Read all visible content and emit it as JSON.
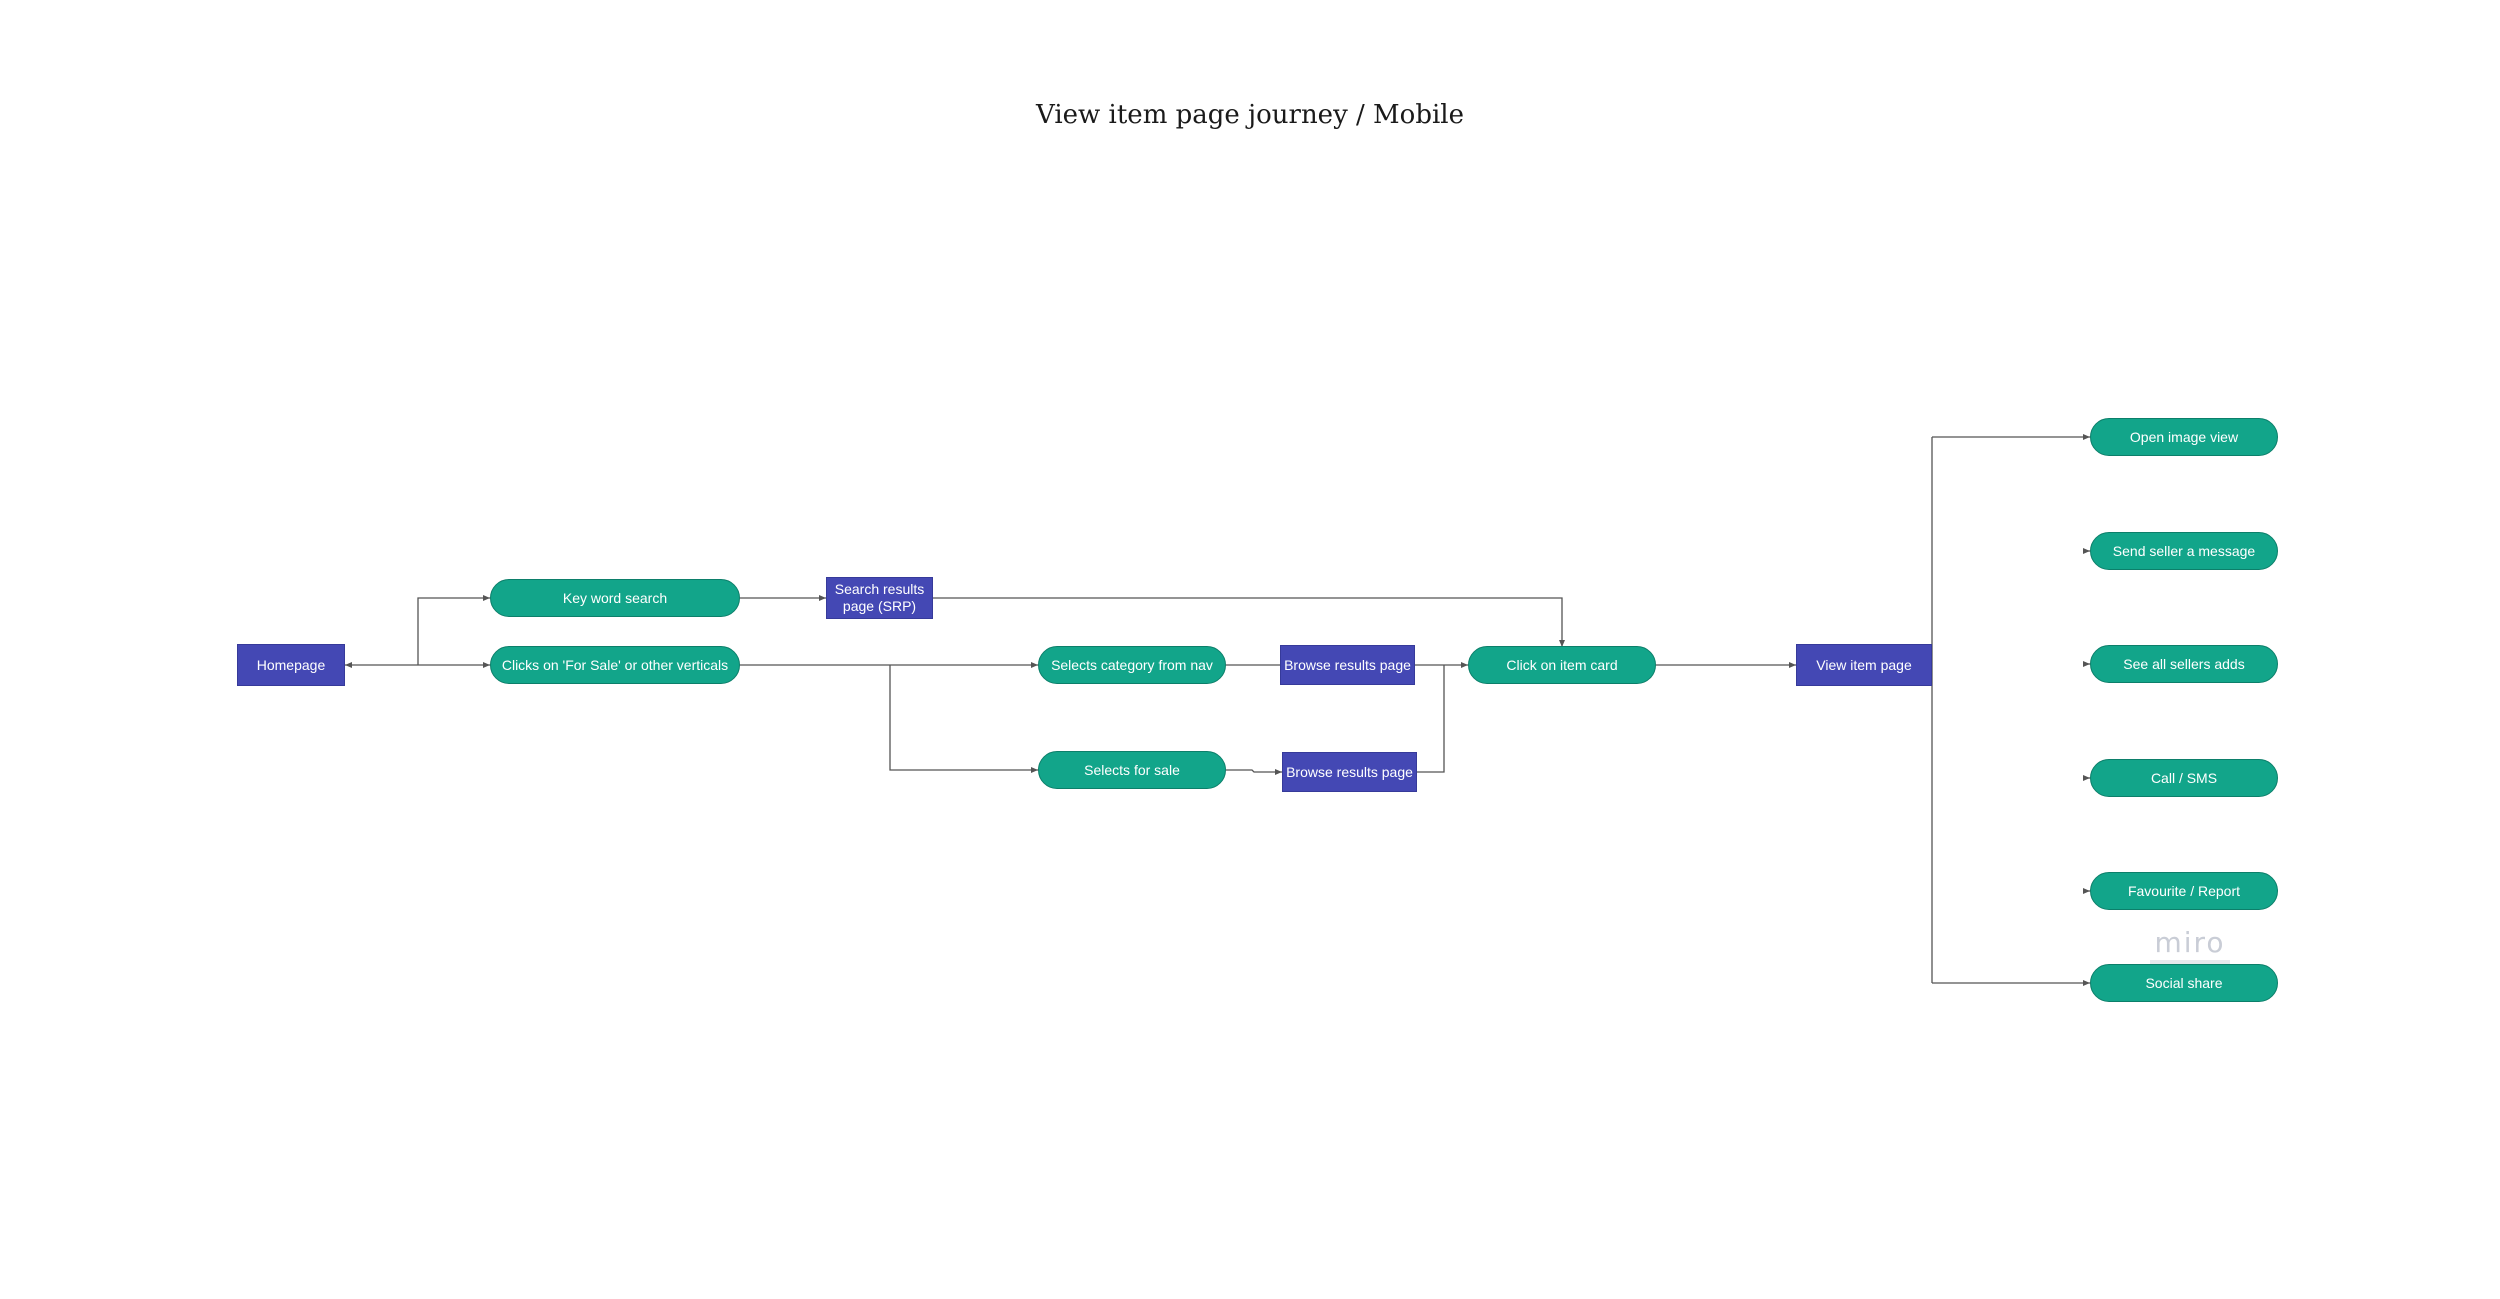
{
  "title": "View item page journey / Mobile",
  "nodes": {
    "homepage": "Homepage",
    "keyword_search": "Key word search",
    "clicks_for_sale": "Clicks on 'For Sale' or other verticals",
    "srp": "Search results page (SRP)",
    "selects_category": "Selects category from nav",
    "selects_for_sale": "Selects for sale",
    "browse_results_1": "Browse results page",
    "browse_results_2": "Browse results page",
    "click_item_card": "Click on item card",
    "view_item_page": "View item page",
    "open_image_view": "Open image view",
    "send_seller_message": "Send seller a message",
    "see_all_sellers_adds": "See all sellers adds",
    "call_sms": "Call / SMS",
    "favourite_report": "Favourite / Report",
    "social_share": "Social share"
  },
  "watermark": "miro",
  "colors": {
    "pill": "#12a58a",
    "rect": "#4448b4",
    "connector": "#555555"
  }
}
